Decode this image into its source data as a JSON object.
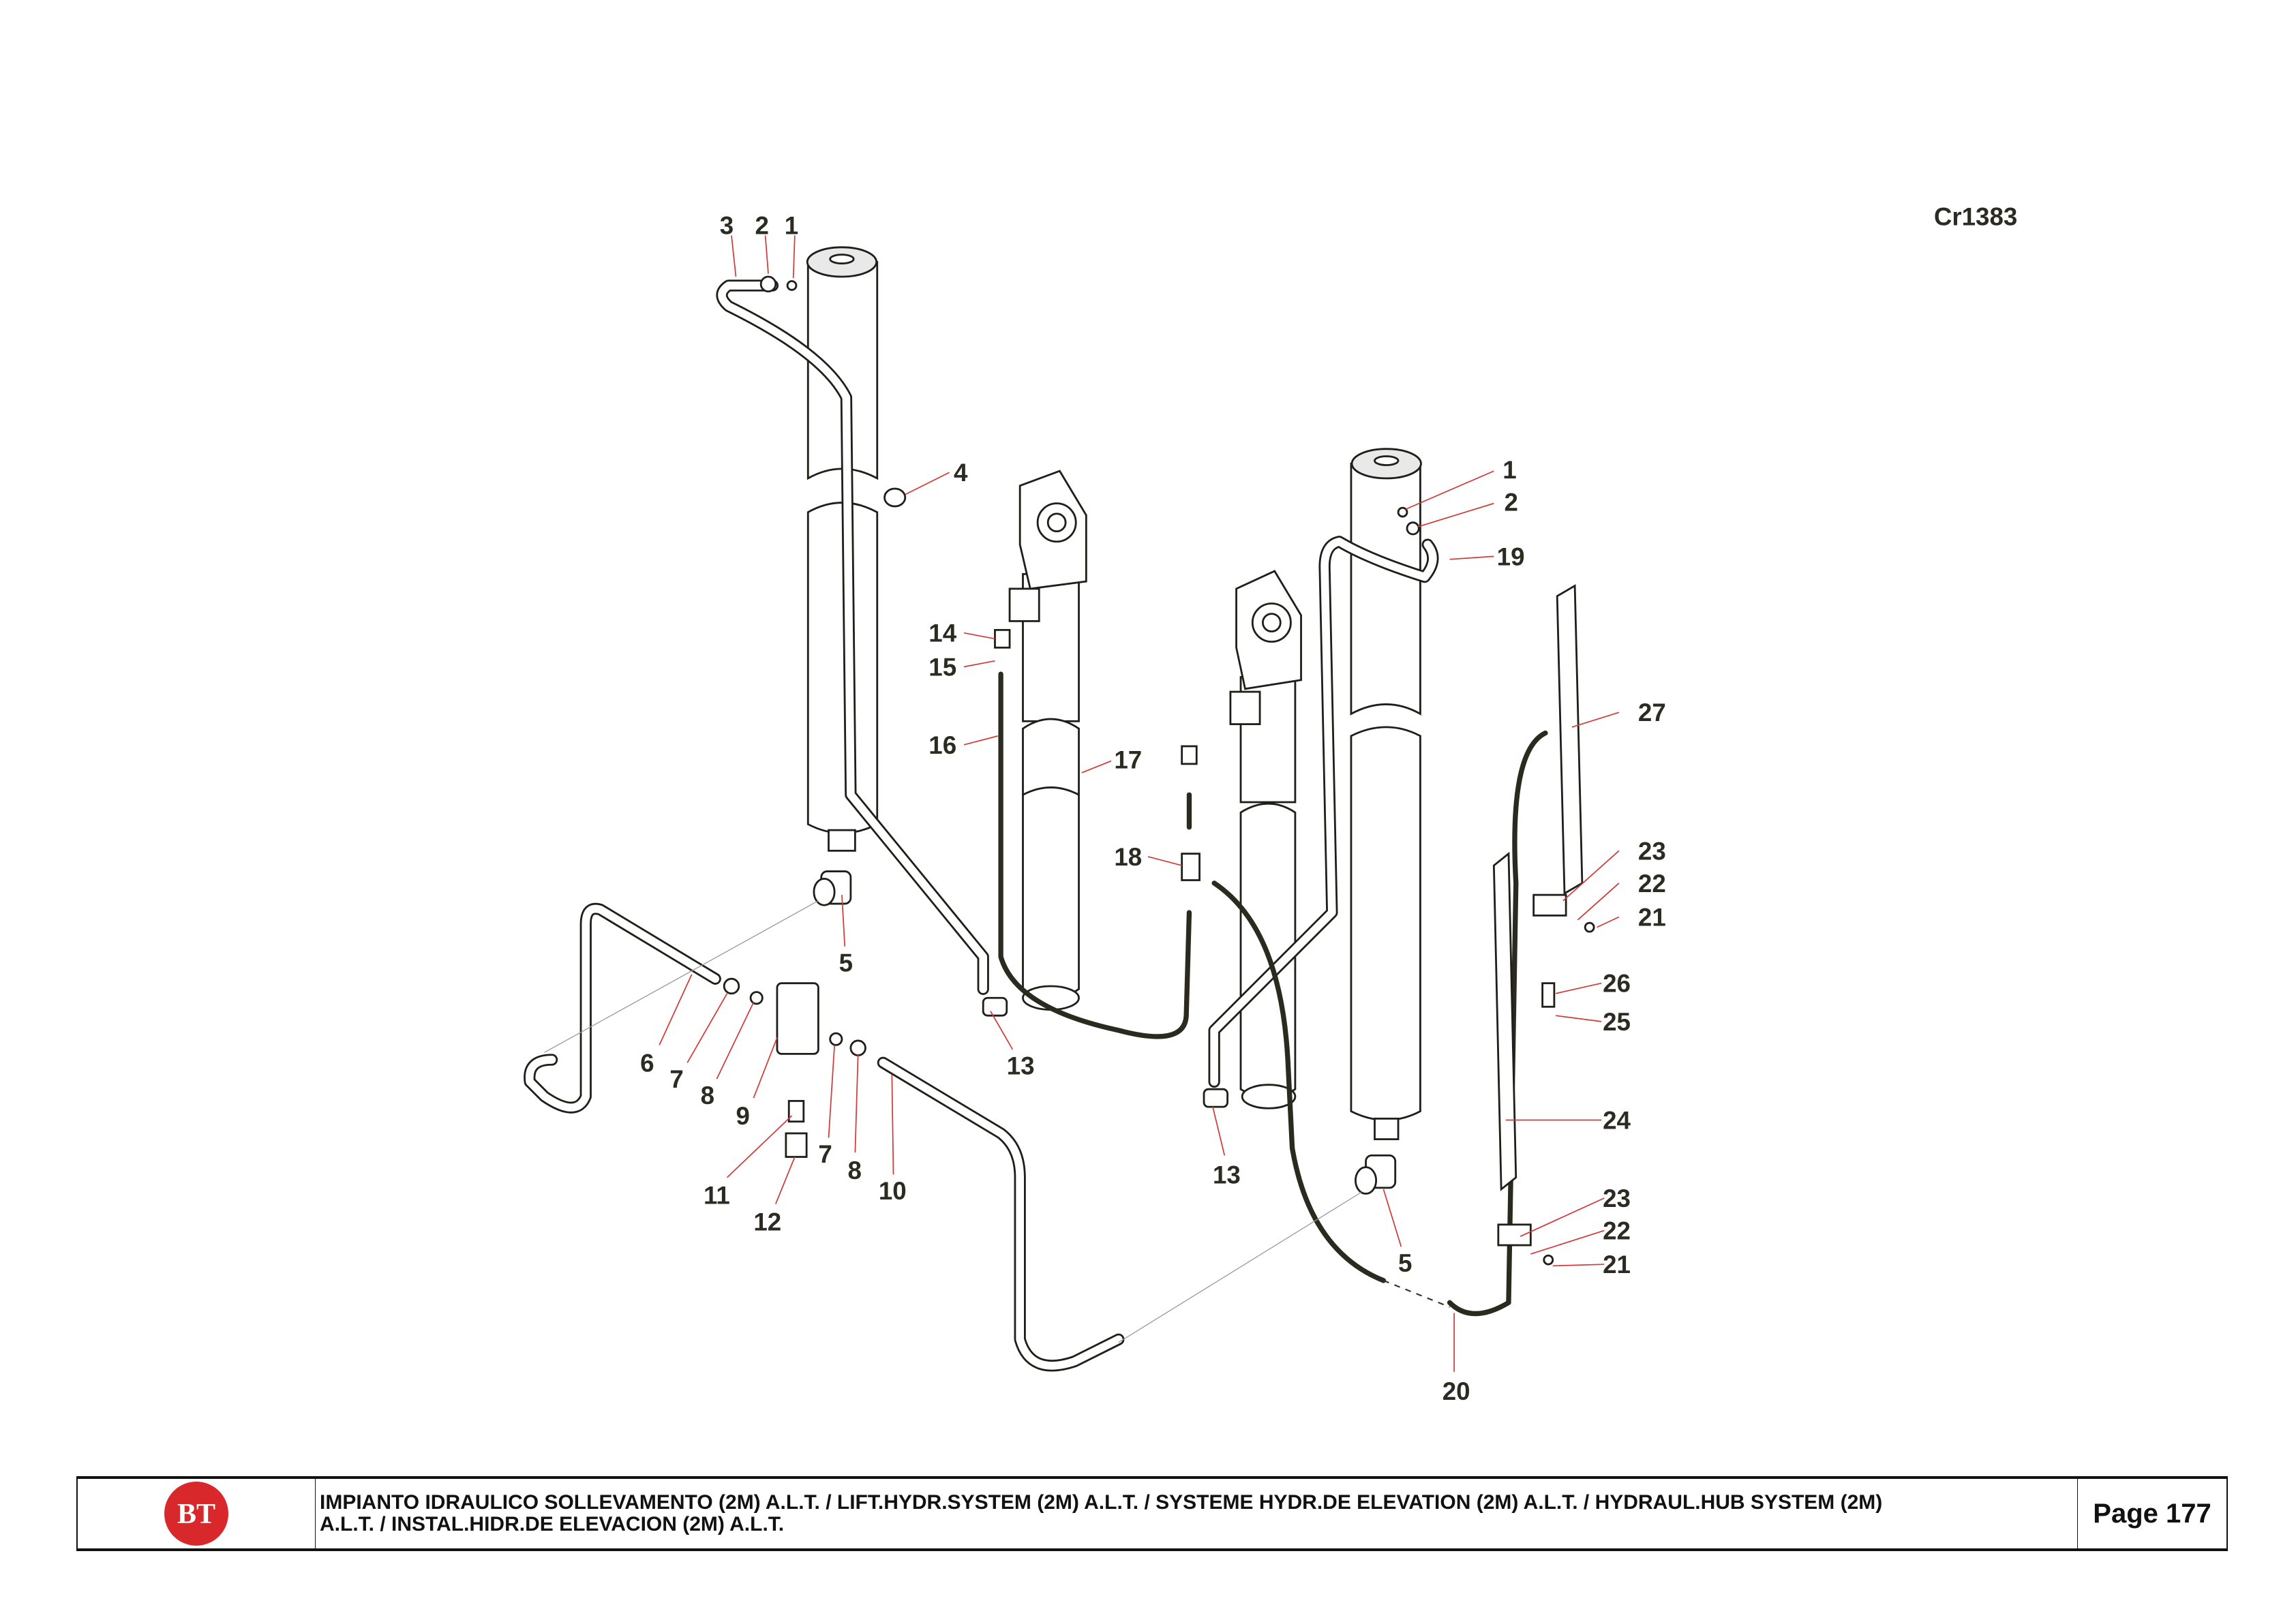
{
  "drawing_ref": "Cr1383",
  "callouts": [
    "3",
    "2",
    "1",
    "4",
    "1",
    "2",
    "19",
    "14",
    "15",
    "16",
    "17",
    "18",
    "27",
    "23",
    "22",
    "21",
    "26",
    "25",
    "24",
    "5",
    "6",
    "7",
    "8",
    "9",
    "13",
    "7",
    "8",
    "10",
    "11",
    "12",
    "13",
    "5",
    "23",
    "22",
    "21",
    "20"
  ],
  "footer": {
    "logo_text": "BT",
    "title_line1": "IMPIANTO IDRAULICO SOLLEVAMENTO (2M) A.L.T. / LIFT.HYDR.SYSTEM (2M) A.L.T. / SYSTEME HYDR.DE ELEVATION (2M) A.L.T. / HYDRAUL.HUB SYSTEM (2M)",
    "title_line2": "A.L.T. / INSTAL.HIDR.DE ELEVACION (2M) A.L.T.",
    "page": "Page 177"
  },
  "colors": {
    "leader": "#d23a3a",
    "logo": "#d8282b"
  }
}
